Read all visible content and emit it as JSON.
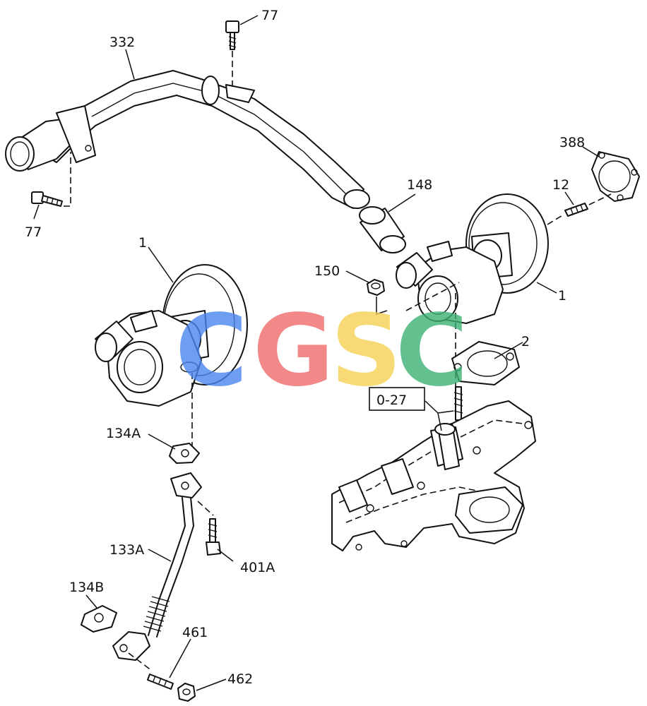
{
  "callouts": {
    "c77_top": "77",
    "c332": "332",
    "c77_left": "77",
    "c388": "388",
    "c12": "12",
    "c148": "148",
    "c150": "150",
    "c1_right": "1",
    "c1_left": "1",
    "c2": "2",
    "c027": "0-27",
    "c134a": "134A",
    "c133a": "133A",
    "c401a": "401A",
    "c134b": "134B",
    "c461": "461",
    "c462": "462"
  },
  "watermark": {
    "letters": [
      "C",
      "G",
      "S",
      "C"
    ],
    "colors": [
      "#4a86f0",
      "#ef6b6b",
      "#f6d154",
      "#3bb273"
    ]
  }
}
